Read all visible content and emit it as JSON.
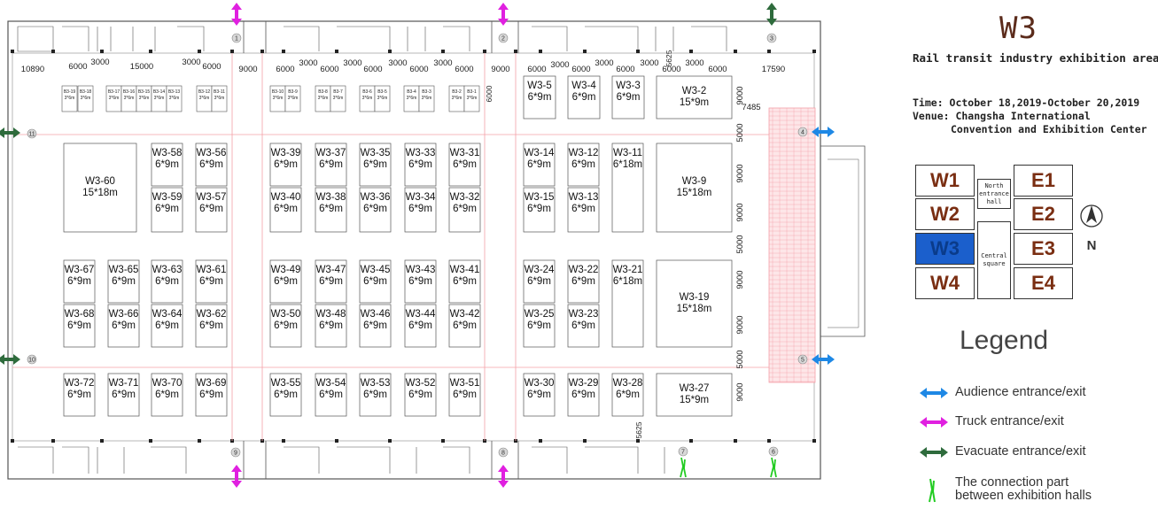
{
  "hall": {
    "title": "W3",
    "subtitle": "Rail transit industry exhibition area",
    "time": "Time: October 18,2019-October 20,2019",
    "venue_line1": "Venue: Changsha International",
    "venue_line2": "Convention and Exhibition Center"
  },
  "key_map": {
    "w1": "W1",
    "w2": "W2",
    "w3": "W3",
    "w4": "W4",
    "e1": "E1",
    "e2": "E2",
    "e3": "E3",
    "e4": "E4",
    "north_line1": "North",
    "north_line2": "entrance",
    "north_line3": "hall",
    "central_line1": "Central",
    "central_line2": "square",
    "compass": "N"
  },
  "legend": {
    "title": "Legend",
    "items": [
      {
        "label": "Audience entrance/exit",
        "color": "#1e88e5"
      },
      {
        "label": "Truck entrance/exit",
        "color": "#e020e0"
      },
      {
        "label": "Evacuate entrance/exit",
        "color": "#2e6b3c"
      },
      {
        "label": "The connection part between exhibition halls",
        "line1": "The connection part",
        "line2": "between exhibition halls",
        "color": "#22cc22"
      }
    ]
  },
  "colors": {
    "audience": "#1e88e5",
    "truck": "#e020e0",
    "evacuate": "#2e6b3c",
    "connection": "#22cc22",
    "selected": "#1b5fcc",
    "aisle": "#f4a0a8"
  },
  "gates": [
    "1",
    "2",
    "3",
    "4",
    "5",
    "6",
    "7",
    "8",
    "9",
    "10",
    "11"
  ],
  "dimensions": {
    "top": [
      "10890",
      "6000",
      "3000",
      "15000",
      "3000",
      "6000",
      "9000",
      "6000",
      "3000",
      "6000",
      "3000",
      "6000",
      "3000",
      "6000",
      "3000",
      "6000",
      "9000",
      "6000",
      "3000",
      "6000",
      "3000",
      "6000",
      "3000",
      "6000",
      "3000",
      "6000",
      "17590"
    ],
    "right": [
      "9000",
      "7485",
      "5000",
      "9000",
      "9000",
      "5000",
      "9000",
      "9000",
      "5000",
      "9000"
    ],
    "other": [
      "5625",
      "6000",
      "5625"
    ]
  },
  "small_booths": [
    {
      "id": "B3-19",
      "size": "3*6m"
    },
    {
      "id": "B3-18",
      "size": "3*6m"
    },
    {
      "id": "B3-17",
      "size": "3*6m"
    },
    {
      "id": "B3-16",
      "size": "3*6m"
    },
    {
      "id": "B3-15",
      "size": "3*6m"
    },
    {
      "id": "B3-14",
      "size": "3*6m"
    },
    {
      "id": "B3-13",
      "size": "3*6m"
    },
    {
      "id": "B3-12",
      "size": "3*6m"
    },
    {
      "id": "B3-11",
      "size": "3*6m"
    },
    {
      "id": "B3-10",
      "size": "3*6m"
    },
    {
      "id": "B3-9",
      "size": "3*6m"
    },
    {
      "id": "B3-8",
      "size": "3*6m"
    },
    {
      "id": "B3-7",
      "size": "3*6m"
    },
    {
      "id": "B3-6",
      "size": "3*6m"
    },
    {
      "id": "B3-5",
      "size": "3*6m"
    },
    {
      "id": "B3-4",
      "size": "3*6m"
    },
    {
      "id": "B3-3",
      "size": "3*6m"
    },
    {
      "id": "B3-2",
      "size": "3*6m"
    },
    {
      "id": "B3-1",
      "size": "3*6m"
    }
  ],
  "booths": [
    {
      "id": "W3-5",
      "size": "6*9m"
    },
    {
      "id": "W3-4",
      "size": "6*9m"
    },
    {
      "id": "W3-3",
      "size": "6*9m"
    },
    {
      "id": "W3-2",
      "size": "15*9m"
    },
    {
      "id": "W3-60",
      "size": "15*18m"
    },
    {
      "id": "W3-58",
      "size": "6*9m"
    },
    {
      "id": "W3-56",
      "size": "6*9m"
    },
    {
      "id": "W3-59",
      "size": "6*9m"
    },
    {
      "id": "W3-57",
      "size": "6*9m"
    },
    {
      "id": "W3-39",
      "size": "6*9m"
    },
    {
      "id": "W3-37",
      "size": "6*9m"
    },
    {
      "id": "W3-35",
      "size": "6*9m"
    },
    {
      "id": "W3-33",
      "size": "6*9m"
    },
    {
      "id": "W3-31",
      "size": "6*9m"
    },
    {
      "id": "W3-40",
      "size": "6*9m"
    },
    {
      "id": "W3-38",
      "size": "6*9m"
    },
    {
      "id": "W3-36",
      "size": "6*9m"
    },
    {
      "id": "W3-34",
      "size": "6*9m"
    },
    {
      "id": "W3-32",
      "size": "6*9m"
    },
    {
      "id": "W3-14",
      "size": "6*9m"
    },
    {
      "id": "W3-12",
      "size": "6*9m"
    },
    {
      "id": "W3-15",
      "size": "6*9m"
    },
    {
      "id": "W3-13",
      "size": "6*9m"
    },
    {
      "id": "W3-11",
      "size": "6*18m"
    },
    {
      "id": "W3-9",
      "size": "15*18m"
    },
    {
      "id": "W3-67",
      "size": "6*9m"
    },
    {
      "id": "W3-65",
      "size": "6*9m"
    },
    {
      "id": "W3-63",
      "size": "6*9m"
    },
    {
      "id": "W3-61",
      "size": "6*9m"
    },
    {
      "id": "W3-68",
      "size": "6*9m"
    },
    {
      "id": "W3-66",
      "size": "6*9m"
    },
    {
      "id": "W3-64",
      "size": "6*9m"
    },
    {
      "id": "W3-62",
      "size": "6*9m"
    },
    {
      "id": "W3-49",
      "size": "6*9m"
    },
    {
      "id": "W3-47",
      "size": "6*9m"
    },
    {
      "id": "W3-45",
      "size": "6*9m"
    },
    {
      "id": "W3-43",
      "size": "6*9m"
    },
    {
      "id": "W3-41",
      "size": "6*9m"
    },
    {
      "id": "W3-50",
      "size": "6*9m"
    },
    {
      "id": "W3-48",
      "size": "6*9m"
    },
    {
      "id": "W3-46",
      "size": "6*9m"
    },
    {
      "id": "W3-44",
      "size": "6*9m"
    },
    {
      "id": "W3-42",
      "size": "6*9m"
    },
    {
      "id": "W3-24",
      "size": "6*9m"
    },
    {
      "id": "W3-22",
      "size": "6*9m"
    },
    {
      "id": "W3-25",
      "size": "6*9m"
    },
    {
      "id": "W3-23",
      "size": "6*9m"
    },
    {
      "id": "W3-21",
      "size": "6*18m"
    },
    {
      "id": "W3-19",
      "size": "15*18m"
    },
    {
      "id": "W3-72",
      "size": "6*9m"
    },
    {
      "id": "W3-71",
      "size": "6*9m"
    },
    {
      "id": "W3-70",
      "size": "6*9m"
    },
    {
      "id": "W3-69",
      "size": "6*9m"
    },
    {
      "id": "W3-55",
      "size": "6*9m"
    },
    {
      "id": "W3-54",
      "size": "6*9m"
    },
    {
      "id": "W3-53",
      "size": "6*9m"
    },
    {
      "id": "W3-52",
      "size": "6*9m"
    },
    {
      "id": "W3-51",
      "size": "6*9m"
    },
    {
      "id": "W3-30",
      "size": "6*9m"
    },
    {
      "id": "W3-29",
      "size": "6*9m"
    },
    {
      "id": "W3-28",
      "size": "6*9m"
    },
    {
      "id": "W3-27",
      "size": "15*9m"
    }
  ]
}
